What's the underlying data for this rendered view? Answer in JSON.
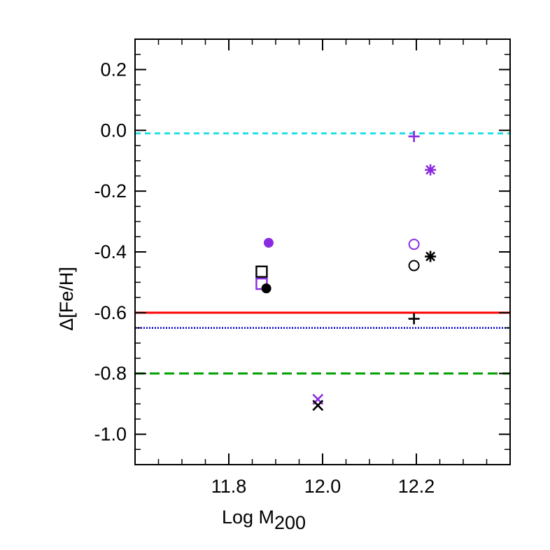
{
  "chart_data": {
    "type": "scatter",
    "title": "",
    "xlabel": "Log M",
    "xlabel_subscript": "200",
    "ylabel": "Δ[Fe/H]",
    "xlim": [
      11.6,
      12.4
    ],
    "ylim": [
      -1.1,
      0.3
    ],
    "xticks": [
      "11.8",
      "12.0",
      "12.2"
    ],
    "xtick_values": [
      11.8,
      12.0,
      12.2
    ],
    "yticks": [
      "0.2",
      "0.0",
      "-0.2",
      "-0.4",
      "-0.6",
      "-0.8",
      "-1.0"
    ],
    "ytick_values": [
      0.2,
      0.0,
      -0.2,
      -0.4,
      -0.6,
      -0.8,
      -1.0
    ],
    "grid": false,
    "reference_lines": [
      {
        "y": -0.01,
        "color": "#22e0e6",
        "style": "dashed"
      },
      {
        "y": -0.6,
        "color": "#ff0000",
        "style": "solid"
      },
      {
        "y": -0.65,
        "color": "#0000cc",
        "style": "dotted"
      },
      {
        "y": -0.8,
        "color": "#00a000",
        "style": "dashed"
      }
    ],
    "points": [
      {
        "x": 11.885,
        "y": -0.37,
        "marker": "filled-circle",
        "color": "#8a2be2"
      },
      {
        "x": 11.87,
        "y": -0.465,
        "marker": "open-square",
        "color": "#000000"
      },
      {
        "x": 11.87,
        "y": -0.505,
        "marker": "open-square",
        "color": "#8a2be2"
      },
      {
        "x": 11.88,
        "y": -0.52,
        "marker": "filled-circle",
        "color": "#000000"
      },
      {
        "x": 11.99,
        "y": -0.885,
        "marker": "cross-x",
        "color": "#8a2be2"
      },
      {
        "x": 11.99,
        "y": -0.905,
        "marker": "cross-x",
        "color": "#000000"
      },
      {
        "x": 12.195,
        "y": -0.02,
        "marker": "plus",
        "color": "#8a2be2"
      },
      {
        "x": 12.23,
        "y": -0.13,
        "marker": "asterisk",
        "color": "#8a2be2"
      },
      {
        "x": 12.195,
        "y": -0.375,
        "marker": "open-circle",
        "color": "#8a2be2"
      },
      {
        "x": 12.23,
        "y": -0.415,
        "marker": "asterisk",
        "color": "#000000"
      },
      {
        "x": 12.195,
        "y": -0.445,
        "marker": "open-circle",
        "color": "#000000"
      },
      {
        "x": 12.195,
        "y": -0.62,
        "marker": "plus",
        "color": "#000000"
      }
    ]
  }
}
